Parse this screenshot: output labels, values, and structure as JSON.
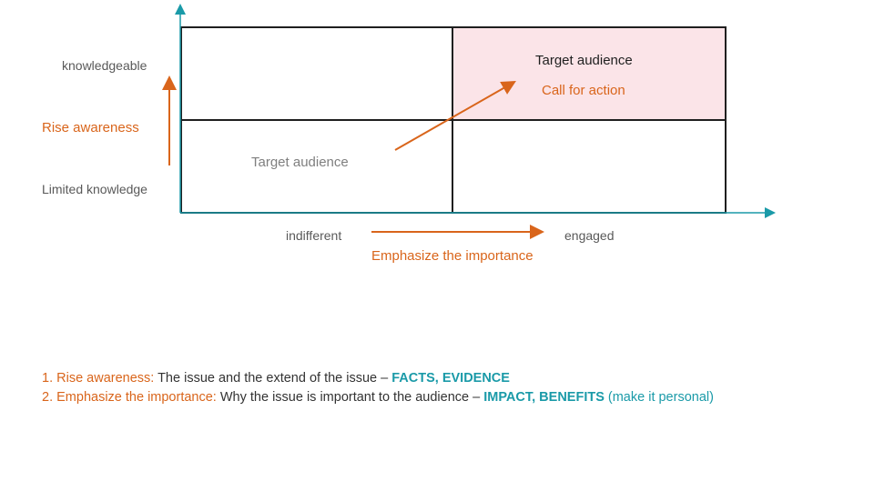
{
  "colors": {
    "accent_orange": "#d9651b",
    "accent_teal": "#1a9aa8",
    "axis_blue": "#1a9aa8",
    "highlight_pink": "#fbe4e8",
    "border": "#1f1f1f"
  },
  "matrix": {
    "y_axis": {
      "top_label": "knowledgeable",
      "middle_label": "Rise awareness",
      "bottom_label": "Limited knowledge"
    },
    "x_axis": {
      "left_label": "indifferent",
      "middle_label": "Emphasize the importance",
      "right_label": "engaged"
    },
    "quadrants": {
      "top_right_title": "Target audience",
      "top_right_subtitle": "Call for action",
      "bottom_left_title": "Target audience"
    }
  },
  "notes": [
    {
      "number": "1.",
      "heading": "Rise awareness:",
      "text": " The issue and the extend of the issue – ",
      "emphasis": "FACTS, EVIDENCE",
      "suffix": ""
    },
    {
      "number": "2.",
      "heading": "Emphasize the importance:",
      "text": " Why the issue is important to the audience – ",
      "emphasis": "IMPACT, BENEFITS",
      "suffix": " (make it personal)"
    }
  ]
}
